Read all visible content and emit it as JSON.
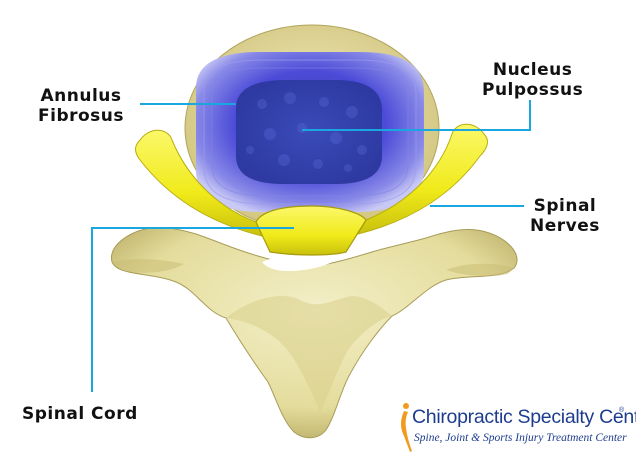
{
  "labels": {
    "annulus_line1": "Annulus",
    "annulus_line2": "Fibrosus",
    "nucleus_line1": "Nucleus",
    "nucleus_line2": "Pulpossus",
    "nerves_line1": "Spinal",
    "nerves_line2": "Nerves",
    "cord": "Spinal Cord"
  },
  "logo": {
    "name": "Chiropractic Specialty Center",
    "registered": "®",
    "tagline": "Spine, Joint & Sports Injury Treatment Center"
  },
  "colors": {
    "leader_line": "#1aa7df",
    "bone": "#e9e3a9",
    "nerve": "#f2ee1e",
    "disc_blue": "#4848d6",
    "brand_blue": "#1d3c8f",
    "brand_orange": "#f29a1f"
  }
}
